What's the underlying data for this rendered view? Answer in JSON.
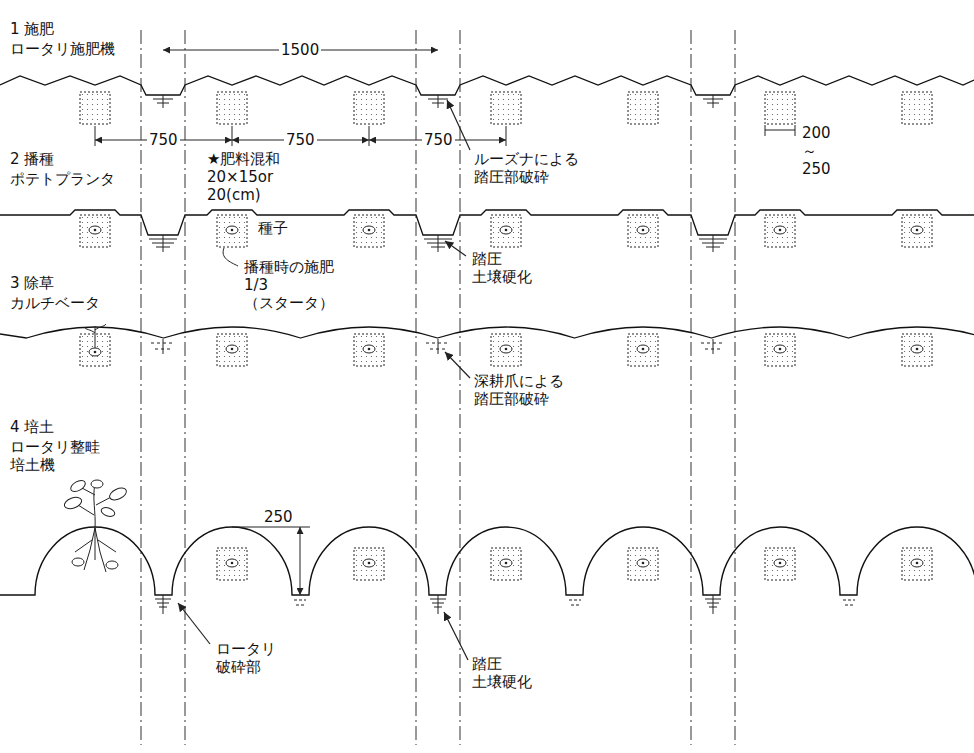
{
  "diagram": {
    "labels": [
      "1 施肥",
      "ロータリ施肥機",
      "1500",
      "750",
      "750",
      "750",
      "200 ～250",
      "ルーズナによる 踏圧部破砕",
      "2 播種",
      "ポテトプランタ",
      "★肥料混和 20×15or 20(cm)",
      "種子",
      "播種時の施肥 1/3（スタータ）",
      "踏圧 土壌硬化",
      "3 除草",
      "カルチベータ",
      "深耕爪による 踏圧部破砕",
      "4 培土",
      "ロータリ整畦 培土機",
      "250",
      "ロータリ 破砕部",
      "踏圧 土壌硬化"
    ]
  }
}
